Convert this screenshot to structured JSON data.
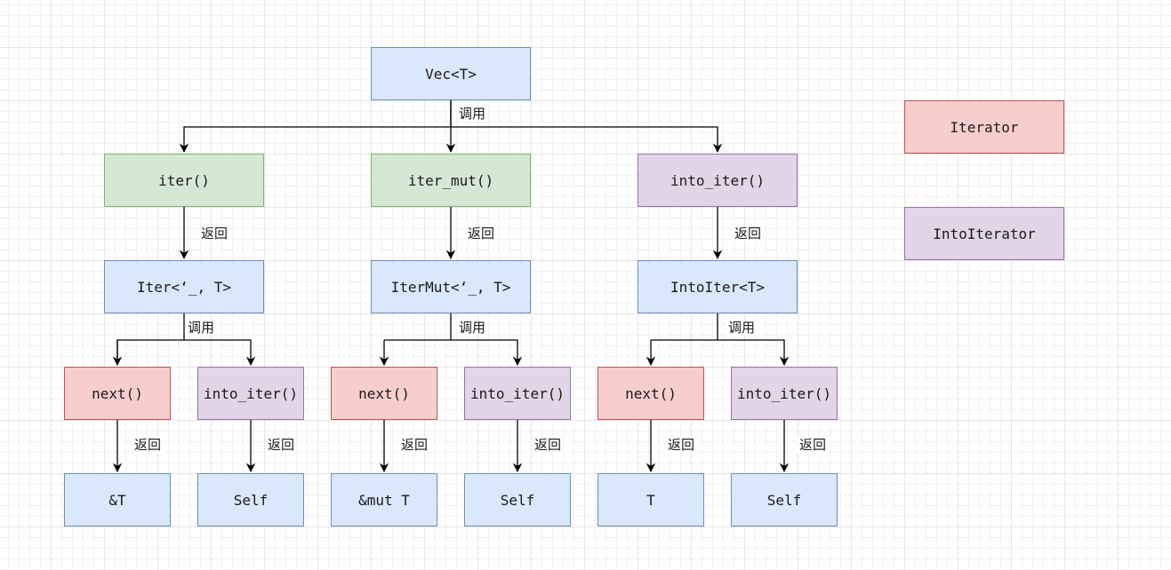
{
  "labels": {
    "call": "调用",
    "return": "返回"
  },
  "nodes": {
    "vec": "Vec<T>",
    "iter_fn": "iter()",
    "iter_mut_fn": "iter_mut()",
    "into_iter_fn": "into_iter()",
    "iter_struct": "Iter<‘_, T>",
    "iter_mut_struct": "IterMut<‘_, T>",
    "into_iter_struct": "IntoIter<T>",
    "next_1": "next()",
    "into_iter_1": "into_iter()",
    "next_2": "next()",
    "into_iter_2": "into_iter()",
    "next_3": "next()",
    "into_iter_3": "into_iter()",
    "out_ref": "&T",
    "out_self_1": "Self",
    "out_mut_ref": "&mut T",
    "out_self_2": "Self",
    "out_owned": "T",
    "out_self_3": "Self"
  },
  "legend": {
    "iterator": "Iterator",
    "into_iterator": "IntoIterator"
  },
  "colors": {
    "blue_fill": "#dae8fc",
    "blue_stroke": "#6c8ebf",
    "green_fill": "#d5e8d4",
    "green_stroke": "#82b366",
    "purple_fill": "#e1d5e7",
    "purple_stroke": "#9673a6",
    "red_fill": "#f8cecc",
    "red_stroke": "#b85450"
  }
}
